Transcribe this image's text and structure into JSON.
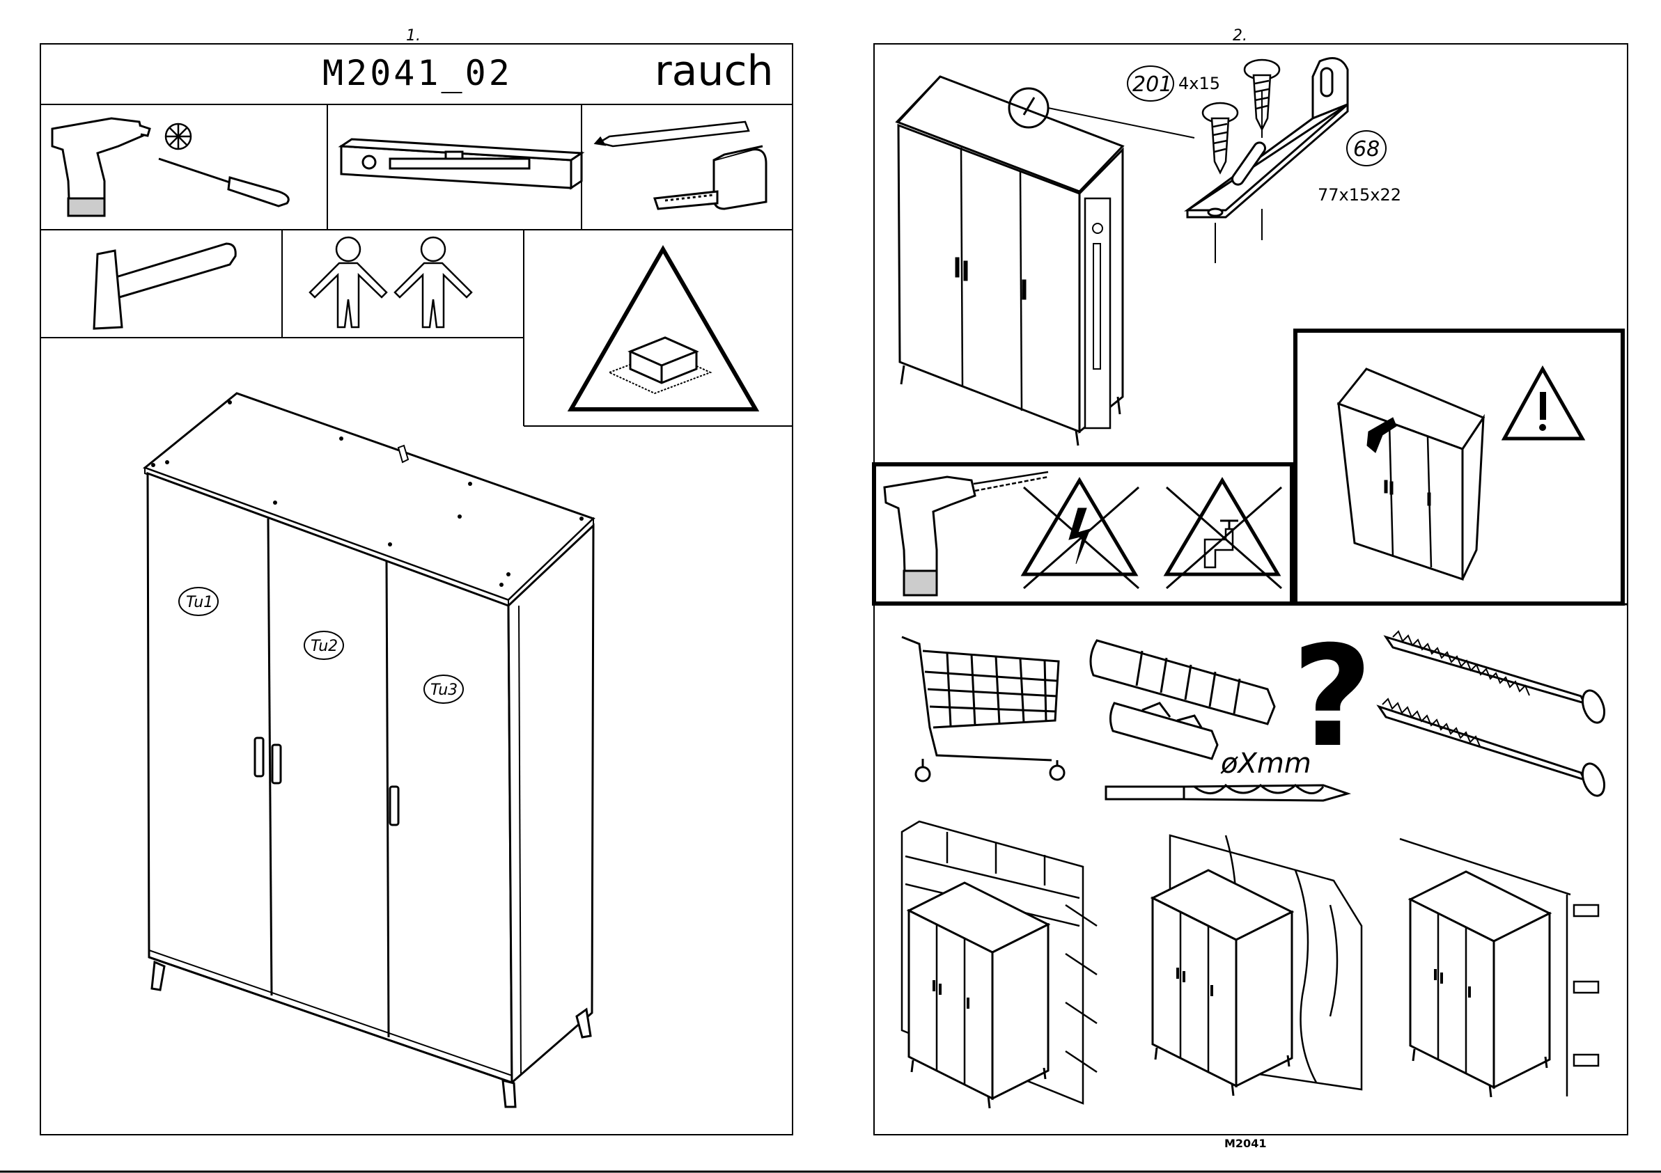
{
  "page_left": {
    "page_number": "1.",
    "model_code": "M2041_02",
    "brand": "rauch",
    "door_labels": [
      "Tu1",
      "Tu2",
      "Tu3"
    ]
  },
  "page_right": {
    "page_number": "2.",
    "screw_part_number": "201",
    "screw_size": "4x15",
    "bracket_part_number": "68",
    "bracket_size": "77x15x22",
    "drill_diameter_label": "øXmm",
    "question_mark": "?",
    "footer_code": "M2041"
  },
  "icons": [
    "cordless-drill-icon",
    "screwdriver-icon",
    "screw-head-icon",
    "spirit-level-icon",
    "pencil-icon",
    "tape-measure-icon",
    "hammer-icon",
    "two-persons-icon",
    "assemble-on-carpet-warning-icon",
    "wardrobe-illustration",
    "wall-bracket-icon",
    "no-electric-cable-warning-icon",
    "no-water-pipe-warning-icon",
    "tip-over-warning-icon",
    "shopping-cart-icon",
    "wall-plug-icon",
    "drill-bit-icon",
    "wall-screw-icon",
    "brick-wall-icon",
    "wood-wall-icon",
    "board-wall-icon"
  ]
}
